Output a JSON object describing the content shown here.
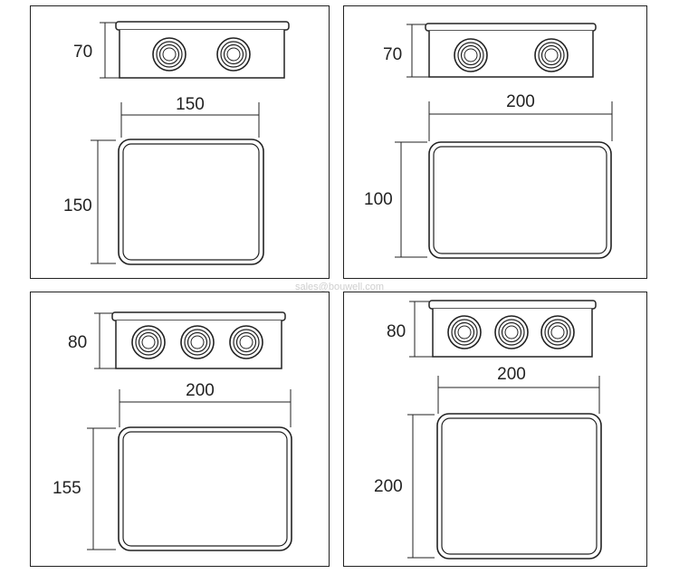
{
  "watermark": "sales@bouwell.com",
  "panels": [
    {
      "name": "150x150x70",
      "height_label": "70",
      "width_label": "150",
      "depth_label": "150",
      "glands": 2
    },
    {
      "name": "200x100x70",
      "height_label": "70",
      "width_label": "200",
      "depth_label": "100",
      "glands": 2
    },
    {
      "name": "200x155x80",
      "height_label": "80",
      "width_label": "200",
      "depth_label": "155",
      "glands": 3
    },
    {
      "name": "200x200x80",
      "height_label": "80",
      "width_label": "200",
      "depth_label": "200",
      "glands": 3
    }
  ]
}
